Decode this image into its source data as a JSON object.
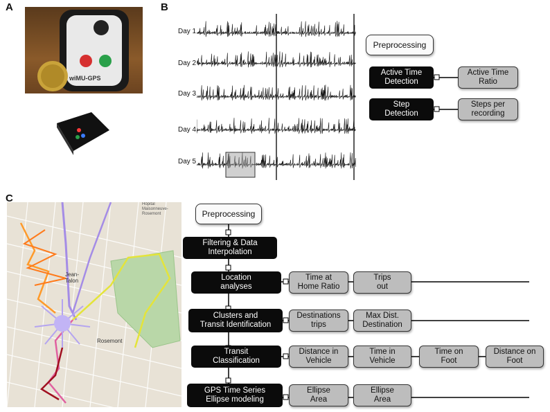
{
  "panels": {
    "a": "A",
    "b": "B",
    "c": "C"
  },
  "device_photo": {
    "logo_text": "wiMU-GPS"
  },
  "panel_b": {
    "days": [
      "Day 1",
      "Day 2",
      "Day 3",
      "Day 4",
      "Day 5"
    ],
    "preprocessing": "Preprocessing",
    "nodes": [
      {
        "label": "Active Time\nDetection",
        "output": "Active Time\nRatio"
      },
      {
        "label": "Step\nDetection",
        "output": "Steps per\nrecording"
      }
    ]
  },
  "panel_c": {
    "map_labels": {
      "hospital": "Hôpital\nMaisonneuve-\nRosemont",
      "area1": "Jean-\nTalon",
      "area2": "Rosemont"
    },
    "preprocessing": "Preprocessing",
    "pipeline": [
      {
        "label": "Filtering & Data\nInterpolation",
        "outputs": []
      },
      {
        "label": "Location\nanalyses",
        "outputs": [
          "Time at\nHome Ratio",
          "Trips\nout"
        ]
      },
      {
        "label": "Clusters and\nTransit Identification",
        "outputs": [
          "Destinations\ntrips",
          "Max Dist.\nDestination"
        ]
      },
      {
        "label": "Transit\nClassification",
        "outputs": [
          "Distance in\nVehicle",
          "Time in\nVehicle",
          "Time on\nFoot",
          "Distance on\nFoot"
        ]
      },
      {
        "label": "GPS Time Series\nEllipse modeling",
        "outputs": [
          "Ellipse\nArea",
          "Ellipse\nArea"
        ]
      }
    ]
  },
  "colors": {
    "node_dark": "#0b0b0b",
    "node_grey": "#bdbdbd",
    "map_bg": "#e8e2d6",
    "park": "#b9d7a8"
  }
}
